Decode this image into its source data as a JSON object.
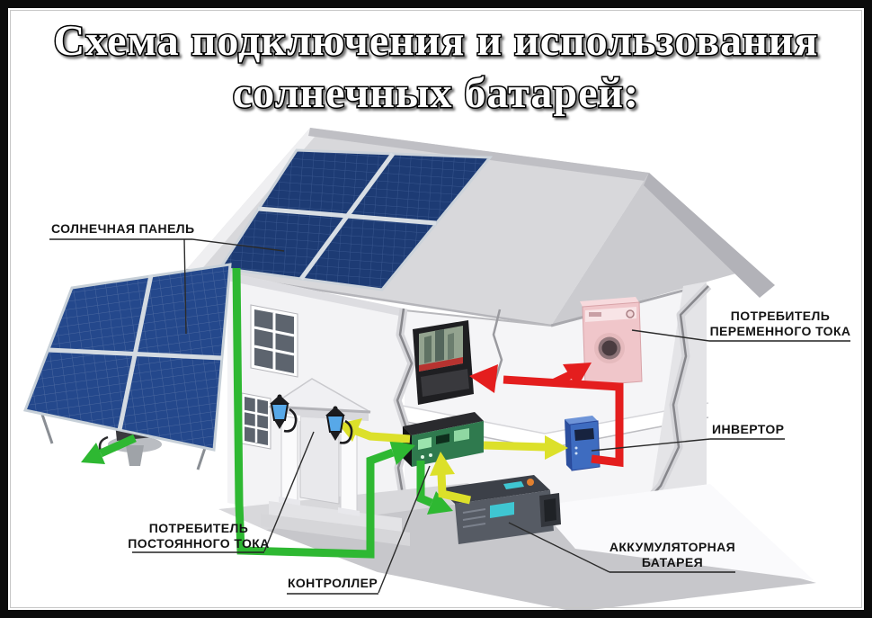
{
  "title": {
    "line1": "Схема подключения и использования",
    "line2": "солнечных батарей:"
  },
  "labels": {
    "solar_panel": "СОЛНЕЧНАЯ ПАНЕЛЬ",
    "ac_consumer": {
      "line1": "ПОТРЕБИТЕЛЬ",
      "line2": "ПЕРЕМЕННОГО ТОКА"
    },
    "inverter": "ИНВЕРТОР",
    "battery": {
      "line1": "АККУМУЛЯТОРНАЯ",
      "line2": "БАТАРЕЯ"
    },
    "controller": "КОНТРОЛЛЕР",
    "dc_consumer": {
      "line1": "ПОТРЕБИТЕЛЬ",
      "line2": "ПОСТОЯННОГО ТОКА"
    }
  },
  "colors": {
    "solar_to_controller_wire": "#2eb832",
    "dc_load_wire": "#dce02a",
    "ac_wire": "#e41e1e",
    "panel_blue": "#24488c",
    "roof_gray": "#d8d8db",
    "washer_pink": "#f0c6ca",
    "inverter_blue": "#3e6cc0",
    "lantern_glass": "#57a8e8",
    "label_text": "#141414",
    "frame": "#0b0b0b"
  }
}
